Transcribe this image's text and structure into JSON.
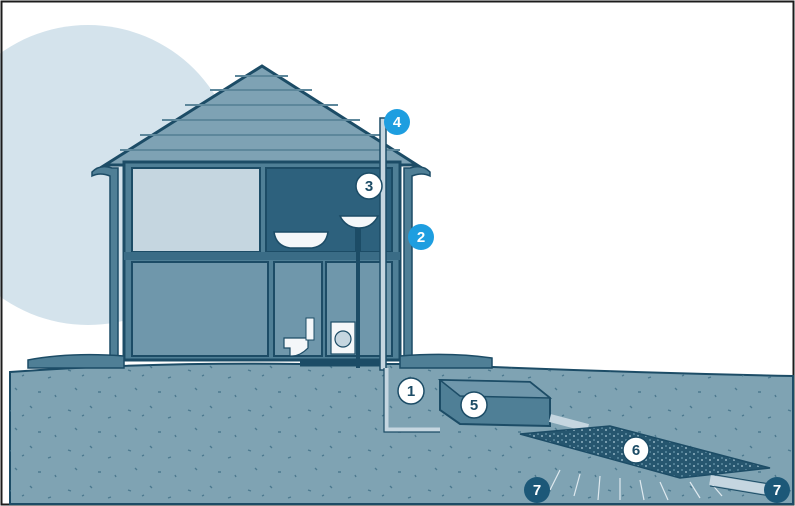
{
  "markers": [
    {
      "id": "1",
      "label": "1",
      "style": "white"
    },
    {
      "id": "2",
      "label": "2",
      "style": "bright"
    },
    {
      "id": "3",
      "label": "3",
      "style": "white"
    },
    {
      "id": "4",
      "label": "4",
      "style": "bright"
    },
    {
      "id": "5",
      "label": "5",
      "style": "white"
    },
    {
      "id": "6",
      "label": "6",
      "style": "white"
    },
    {
      "id": "7a",
      "label": "7",
      "style": "dark"
    },
    {
      "id": "7b",
      "label": "7",
      "style": "dark"
    }
  ],
  "colors": {
    "sky_circle": "#d4e3ec",
    "ground": "#7fa3b3",
    "house_wall": "#4f7f96",
    "roof": "#7ea2b4",
    "room_light": "#c5d6e0",
    "room_dark": "#2d617d",
    "room_mid": "#6f97ab",
    "outline": "#1c4c66",
    "marker_bright": "#1e9ee0",
    "marker_dark": "#1c5878",
    "marker_white": "#ffffff"
  }
}
